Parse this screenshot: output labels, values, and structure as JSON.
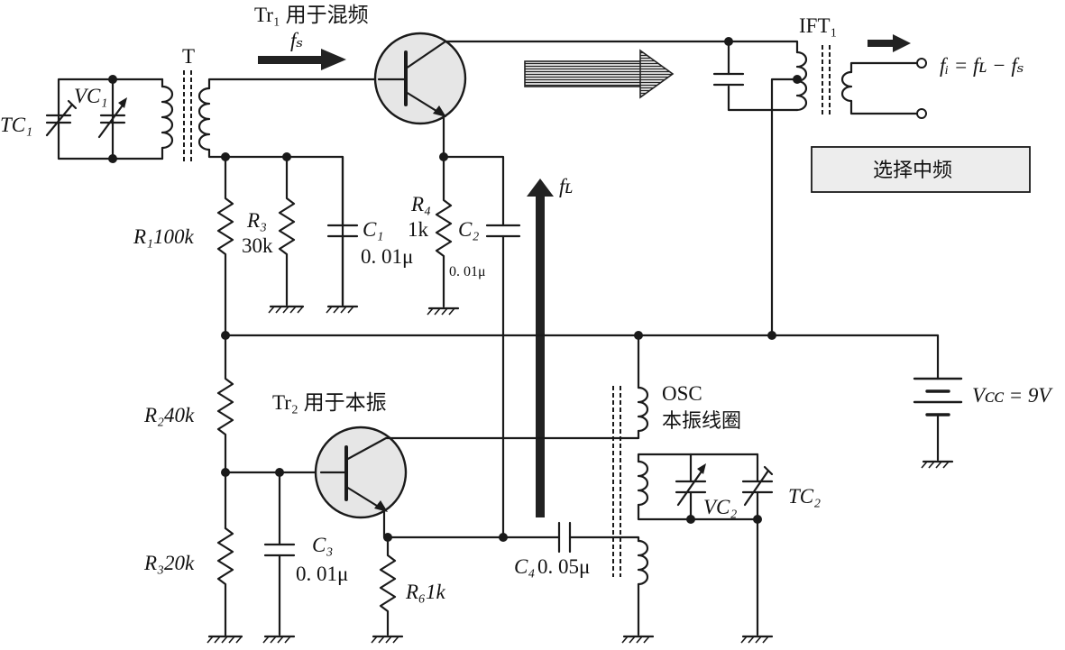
{
  "labels": {
    "tr1": "Tr₁ 用于混频",
    "fs_arrow": "fₛ",
    "transformer_t": "T",
    "tc1": "TC₁",
    "vc1": "VC₁",
    "ift1": "IFT₁",
    "fi_formula": "fᵢ = fʟ − fₛ",
    "select_if_box": "选择中频",
    "fl_arrow": "fʟ",
    "r1": "R₁100k",
    "r3": "R₃",
    "r3_val": "30k",
    "c1": "C₁",
    "c1_val": "0. 01μ",
    "r4": "R₄",
    "r4_val": "1k",
    "c2": "C₂",
    "c2_val": "0. 01μ",
    "r2": "R₂40k",
    "tr2": "Tr₂ 用于本振",
    "r3b": "R₃20k",
    "c3": "C₃",
    "c3_val": "0. 01μ",
    "r6": "R₆1k",
    "c4": "C₄",
    "c4_val": "0. 05μ",
    "osc": "OSC",
    "osc_coil": "本振线圈",
    "vc2": "VC₂",
    "tc2": "TC₂",
    "vcc": "Vᴄᴄ = 9V"
  },
  "colors": {
    "ink": "#1a1a1a",
    "transistor_fill": "#e6e6e6",
    "box_fill": "#ededed",
    "signal_arrow": "#222222"
  }
}
